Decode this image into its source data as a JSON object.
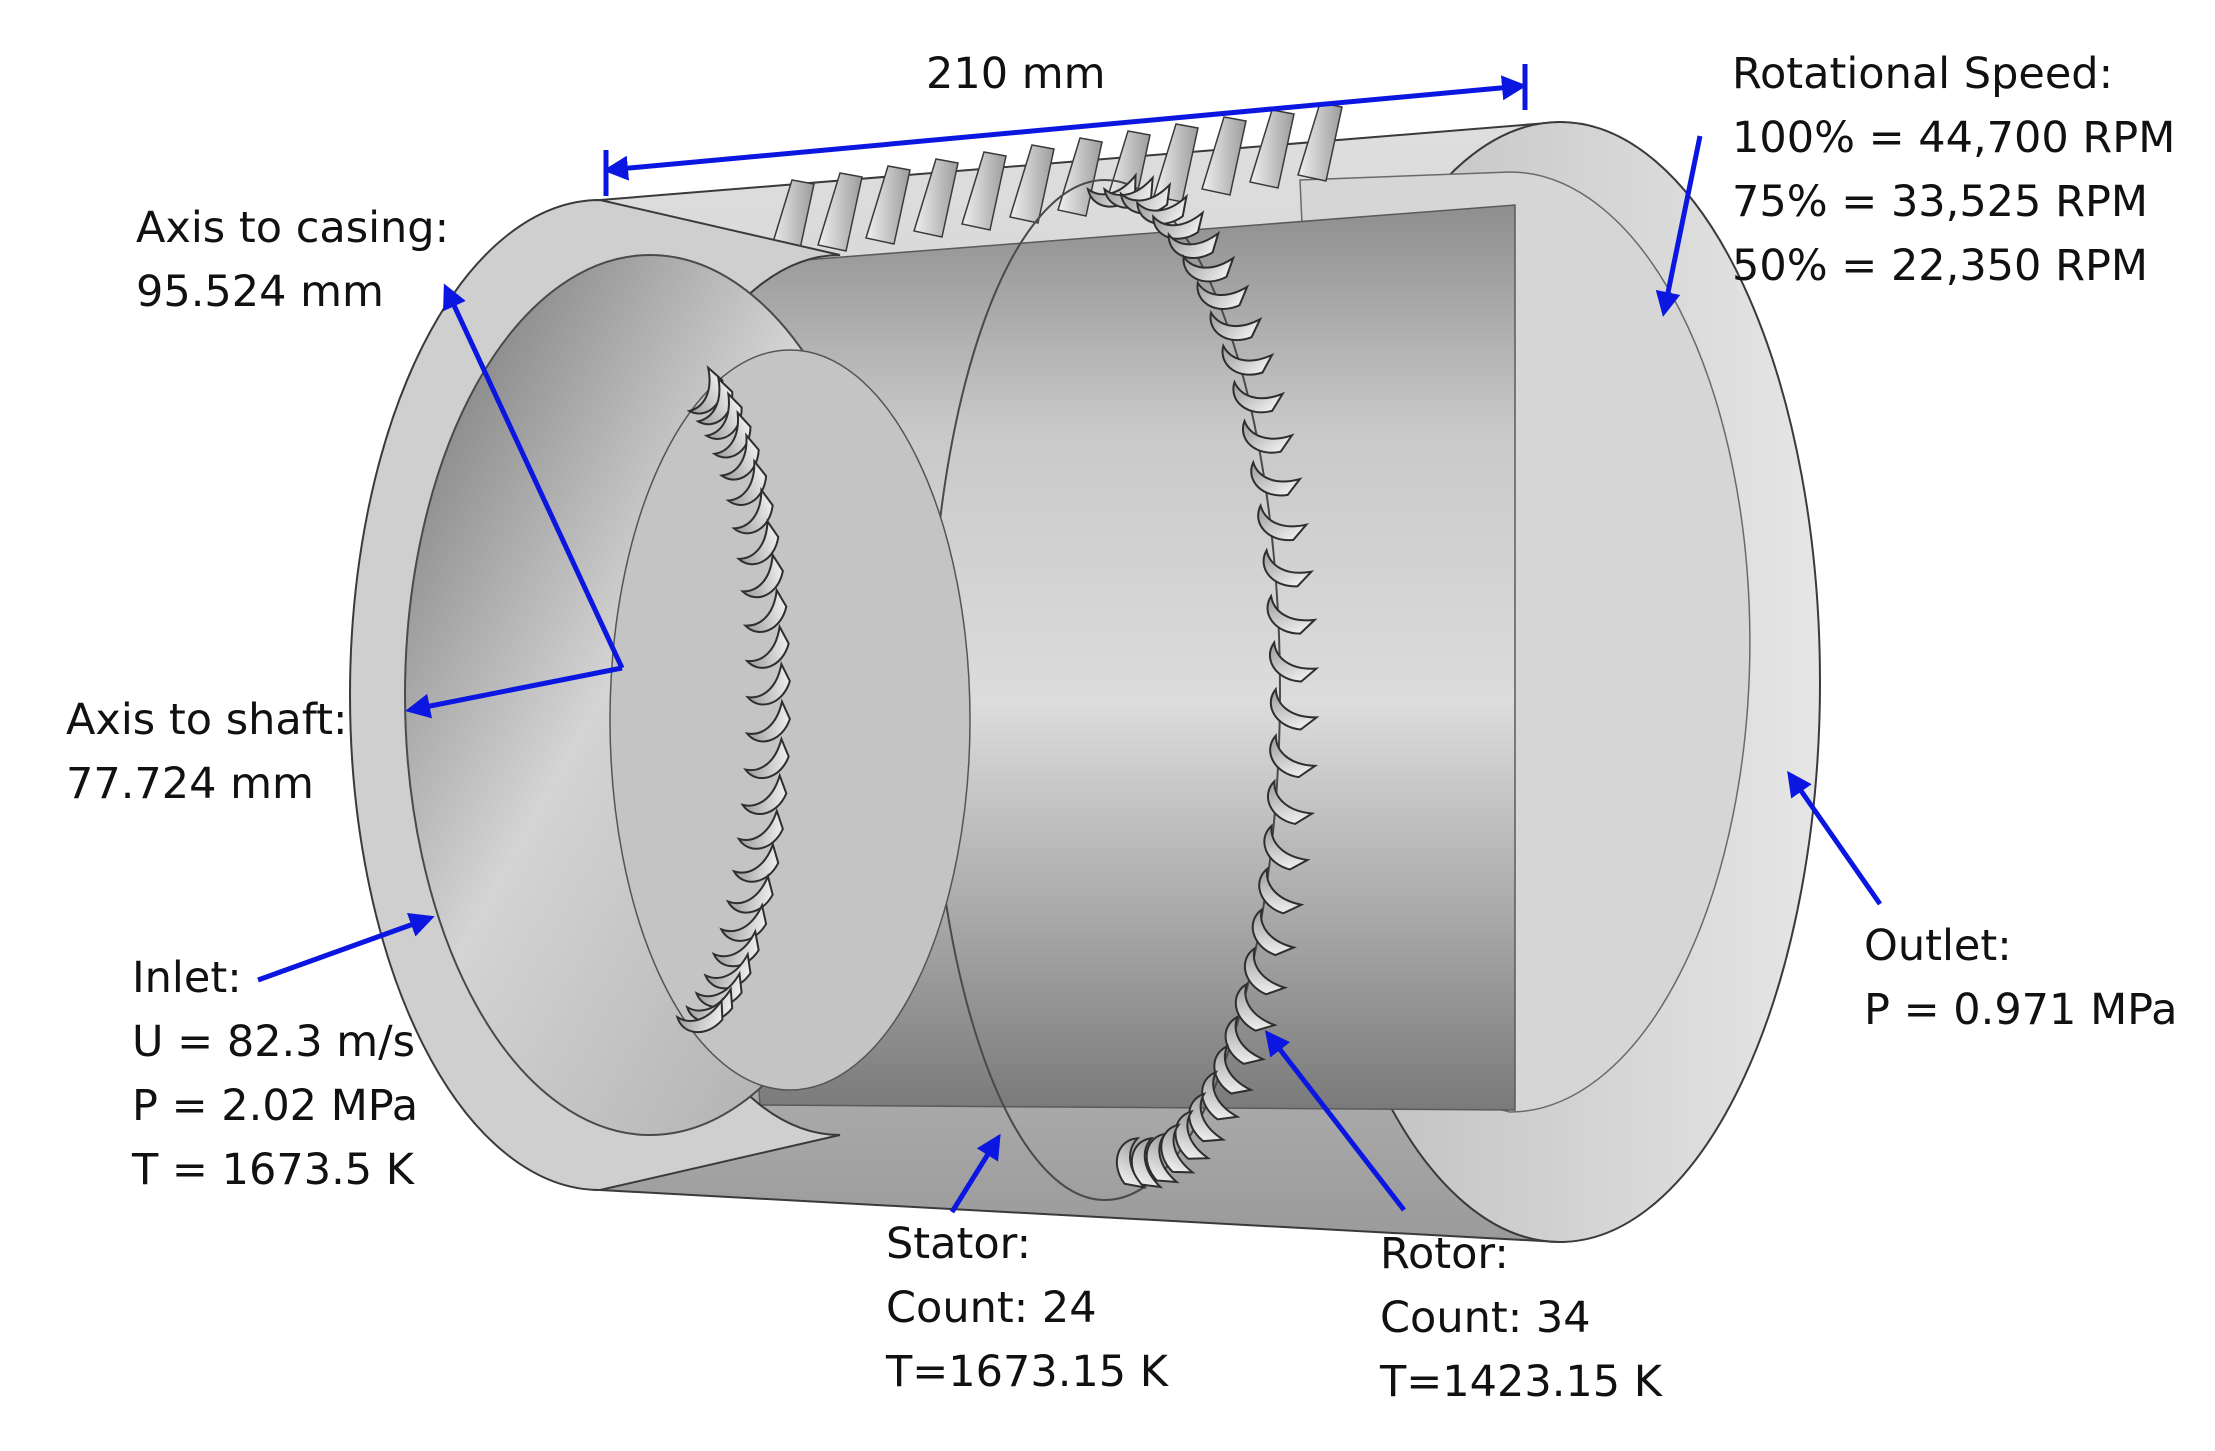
{
  "colors": {
    "arrow": "#0b17e0",
    "text": "#111111",
    "surface_light": "#e2e2e2",
    "surface_mid": "#bdbdbd",
    "surface_dark": "#7c7c7c",
    "edge": "#3a3a3a"
  },
  "annotations": {
    "span": {
      "lines": [
        "210 mm"
      ]
    },
    "rotational_speed": {
      "lines": [
        "Rotational Speed:",
        "100% = 44,700 RPM",
        "75% = 33,525 RPM",
        "50% = 22,350 RPM"
      ]
    },
    "axis_casing": {
      "lines": [
        "Axis to casing:",
        "95.524 mm"
      ]
    },
    "axis_shaft": {
      "lines": [
        "Axis to shaft:",
        "77.724 mm"
      ]
    },
    "inlet": {
      "lines": [
        "Inlet:",
        "U = 82.3 m/s",
        "P = 2.02 MPa",
        "T = 1673.5 K"
      ]
    },
    "outlet": {
      "lines": [
        "Outlet:",
        "P = 0.971 MPa"
      ]
    },
    "stator": {
      "lines": [
        "Stator:",
        "Count: 24",
        "T=1673.15 K"
      ]
    },
    "rotor": {
      "lines": [
        "Rotor:",
        "Count: 34",
        "T=1423.15 K"
      ]
    }
  }
}
